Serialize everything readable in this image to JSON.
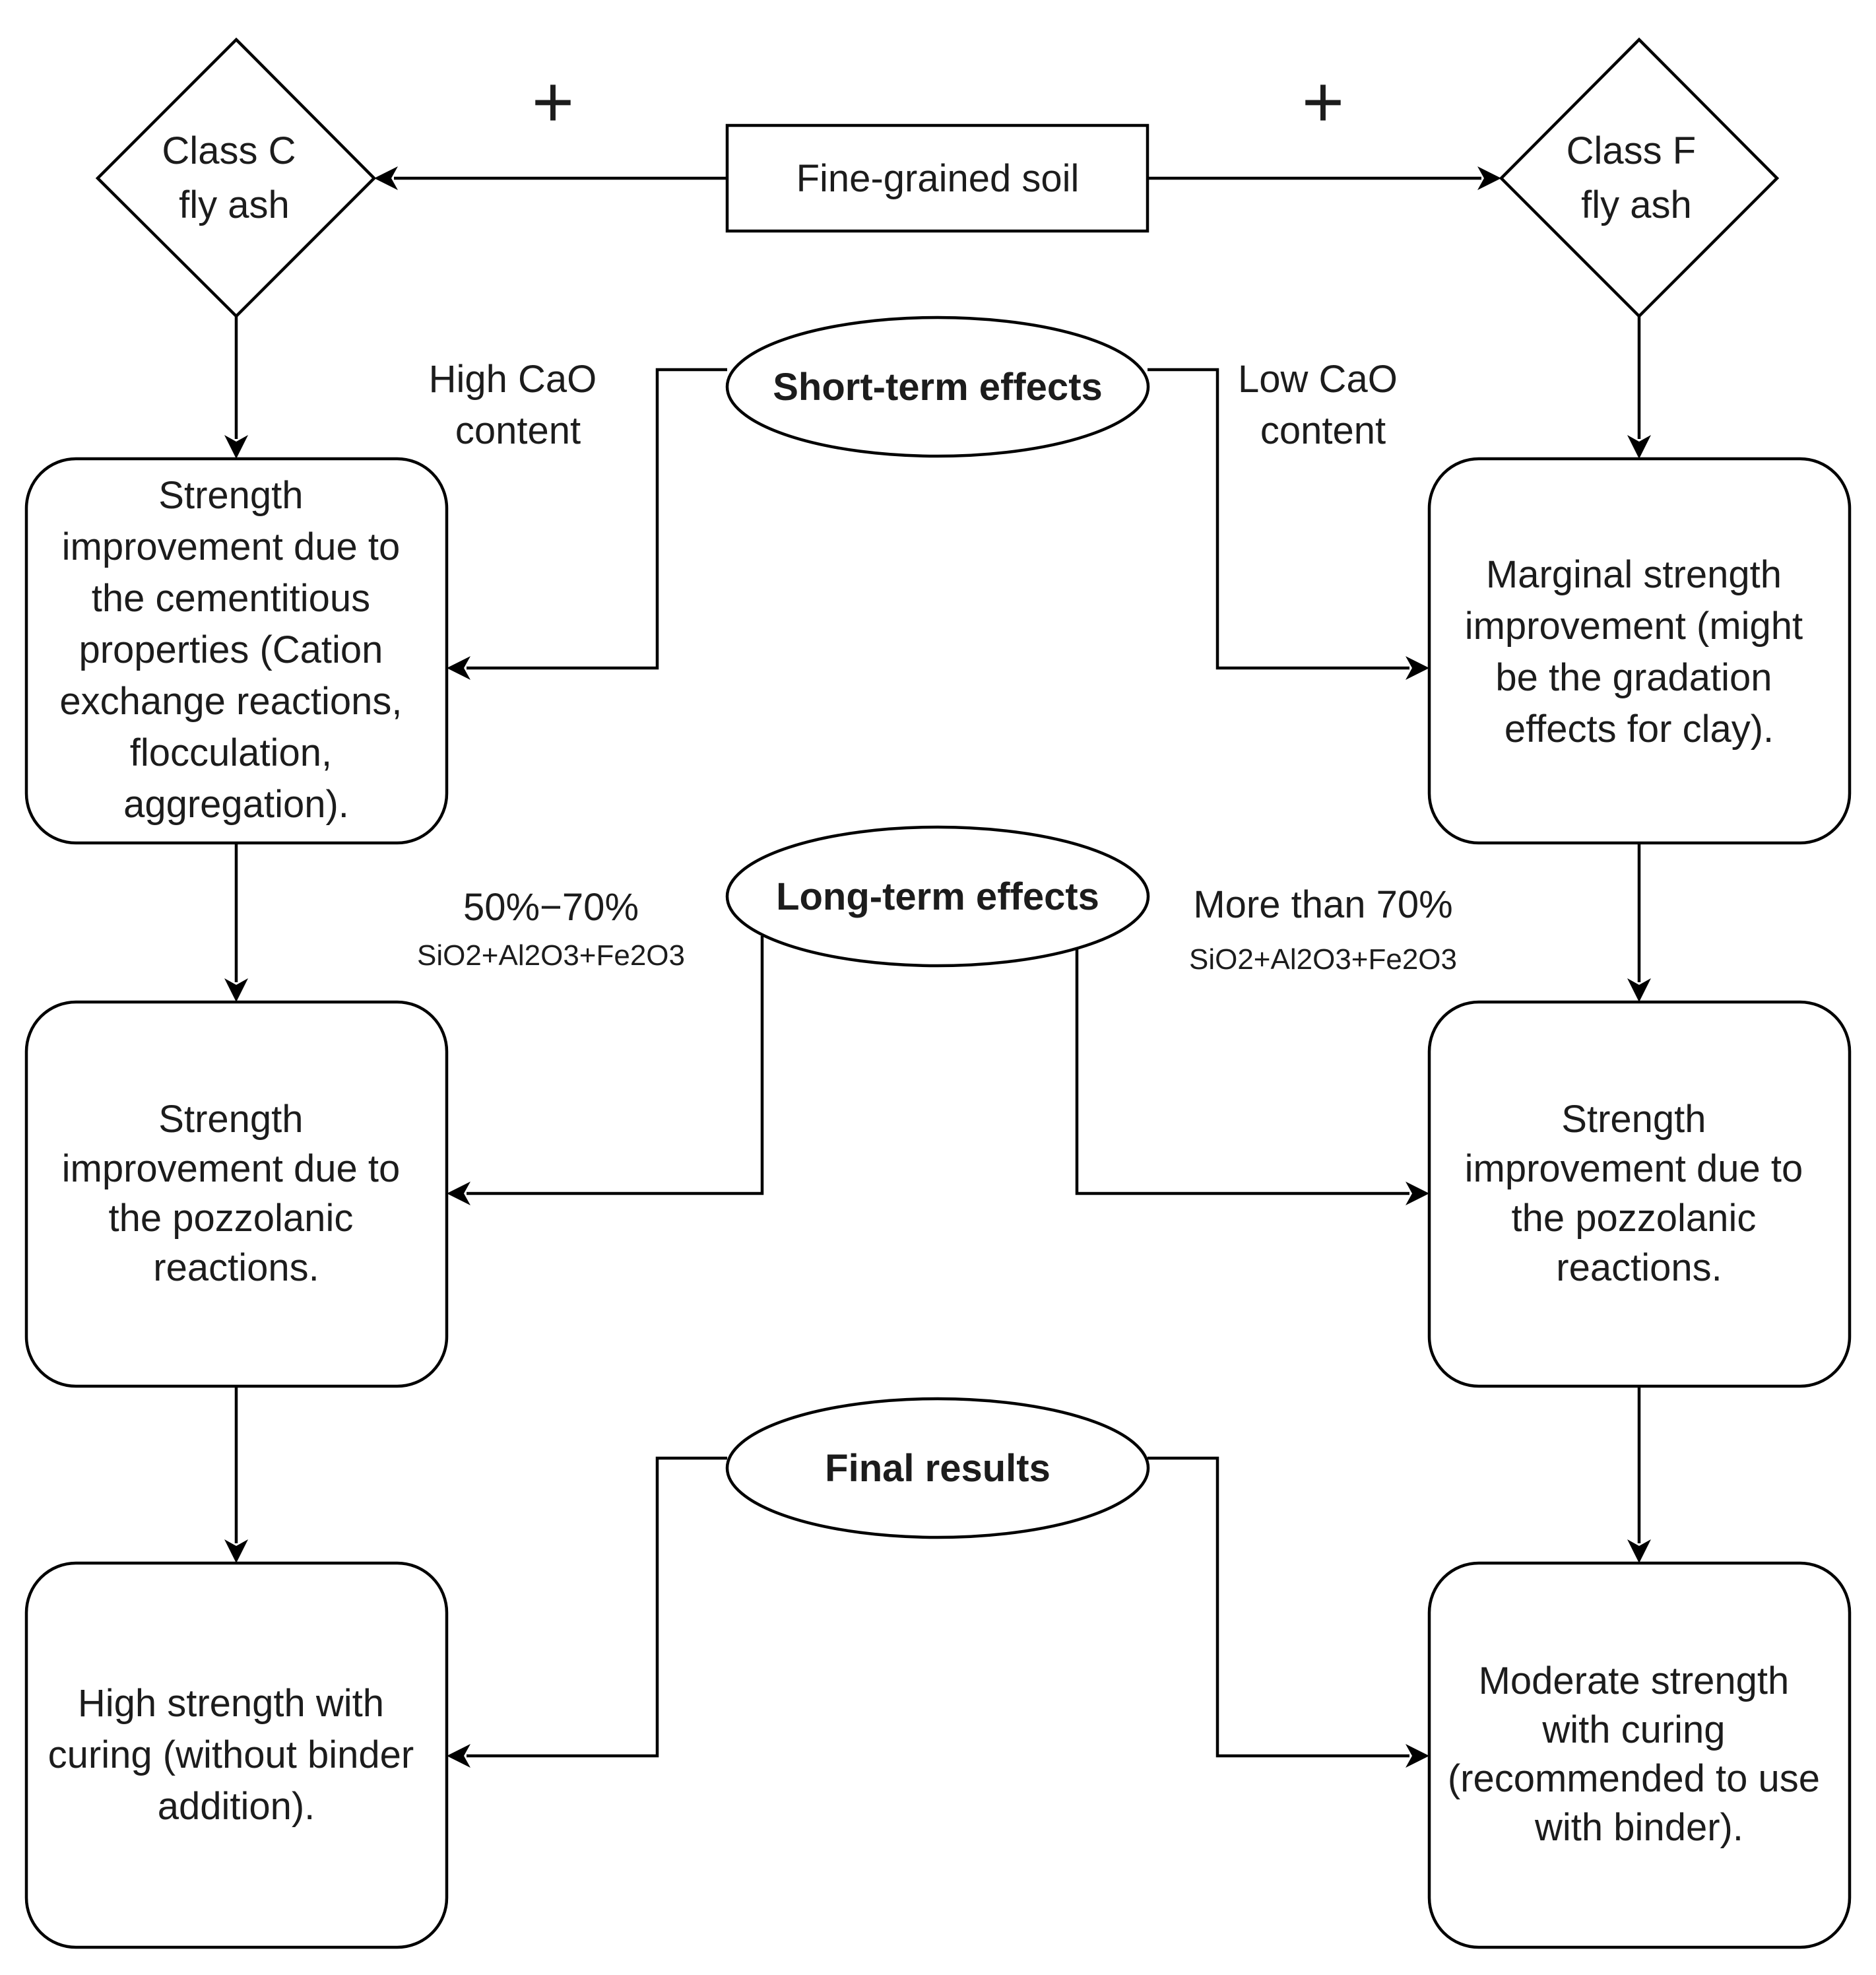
{
  "nodes": {
    "soil": "Fine-grained soil",
    "class_c": [
      "Class C",
      "fly ash"
    ],
    "class_f": [
      "Class F",
      "fly ash"
    ],
    "c_short": [
      "Strength",
      "improvement due to",
      "the cementitious",
      "properties (Cation",
      "exchange reactions,",
      "flocculation,",
      "aggregation)."
    ],
    "f_short": [
      "Marginal strength",
      "improvement (might",
      "be the gradation",
      "effects for clay)."
    ],
    "c_long": [
      "Strength",
      "improvement due to",
      "the pozzolanic",
      "reactions."
    ],
    "f_long": [
      "Strength",
      "improvement due to",
      "the pozzolanic",
      "reactions."
    ],
    "c_final": [
      "High strength with",
      "curing (without binder",
      "addition)."
    ],
    "f_final": [
      "Moderate strength",
      "with curing",
      "(recommended to use",
      "with binder)."
    ]
  },
  "phases": {
    "short_term": "Short-term effects",
    "long_term": "Long-term effects",
    "final": "Final results"
  },
  "annotations": {
    "plus_left": "+",
    "plus_right": "+",
    "high_cao": [
      "High CaO",
      "content"
    ],
    "low_cao": [
      "Low CaO",
      "content"
    ],
    "c_oxides": "50%−70%",
    "c_oxides_formula": "SiO2+Al2O3+Fe2O3",
    "f_oxides": "More than 70%",
    "f_oxides_formula": "SiO2+Al2O3+Fe2O3"
  }
}
